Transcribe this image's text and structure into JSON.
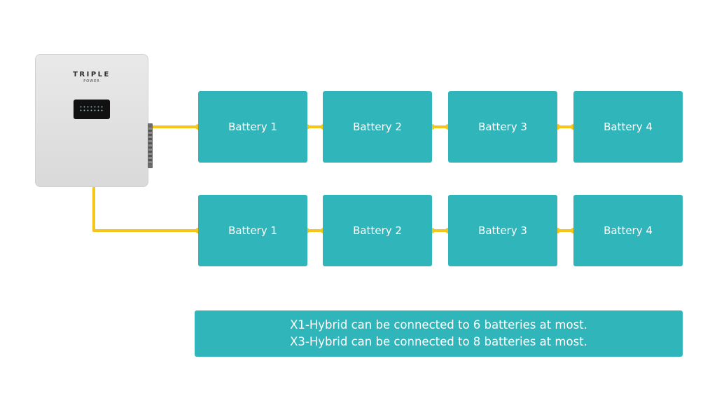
{
  "inverter": {
    "brand": "TRIPLE",
    "brand_sub": "POWER"
  },
  "rows": [
    {
      "batteries": [
        "Battery 1",
        "Battery 2",
        "Battery 3",
        "Battery 4"
      ]
    },
    {
      "batteries": [
        "Battery 1",
        "Battery 2",
        "Battery 3",
        "Battery 4"
      ]
    }
  ],
  "note": {
    "line1": "X1-Hybrid can be connected to 6 batteries at most.",
    "line2": "X3-Hybrid can be connected to 8 batteries at most."
  },
  "colors": {
    "battery": "#2fb5ba",
    "cable": "#f5c518",
    "inverter": "#e2e2e2"
  }
}
